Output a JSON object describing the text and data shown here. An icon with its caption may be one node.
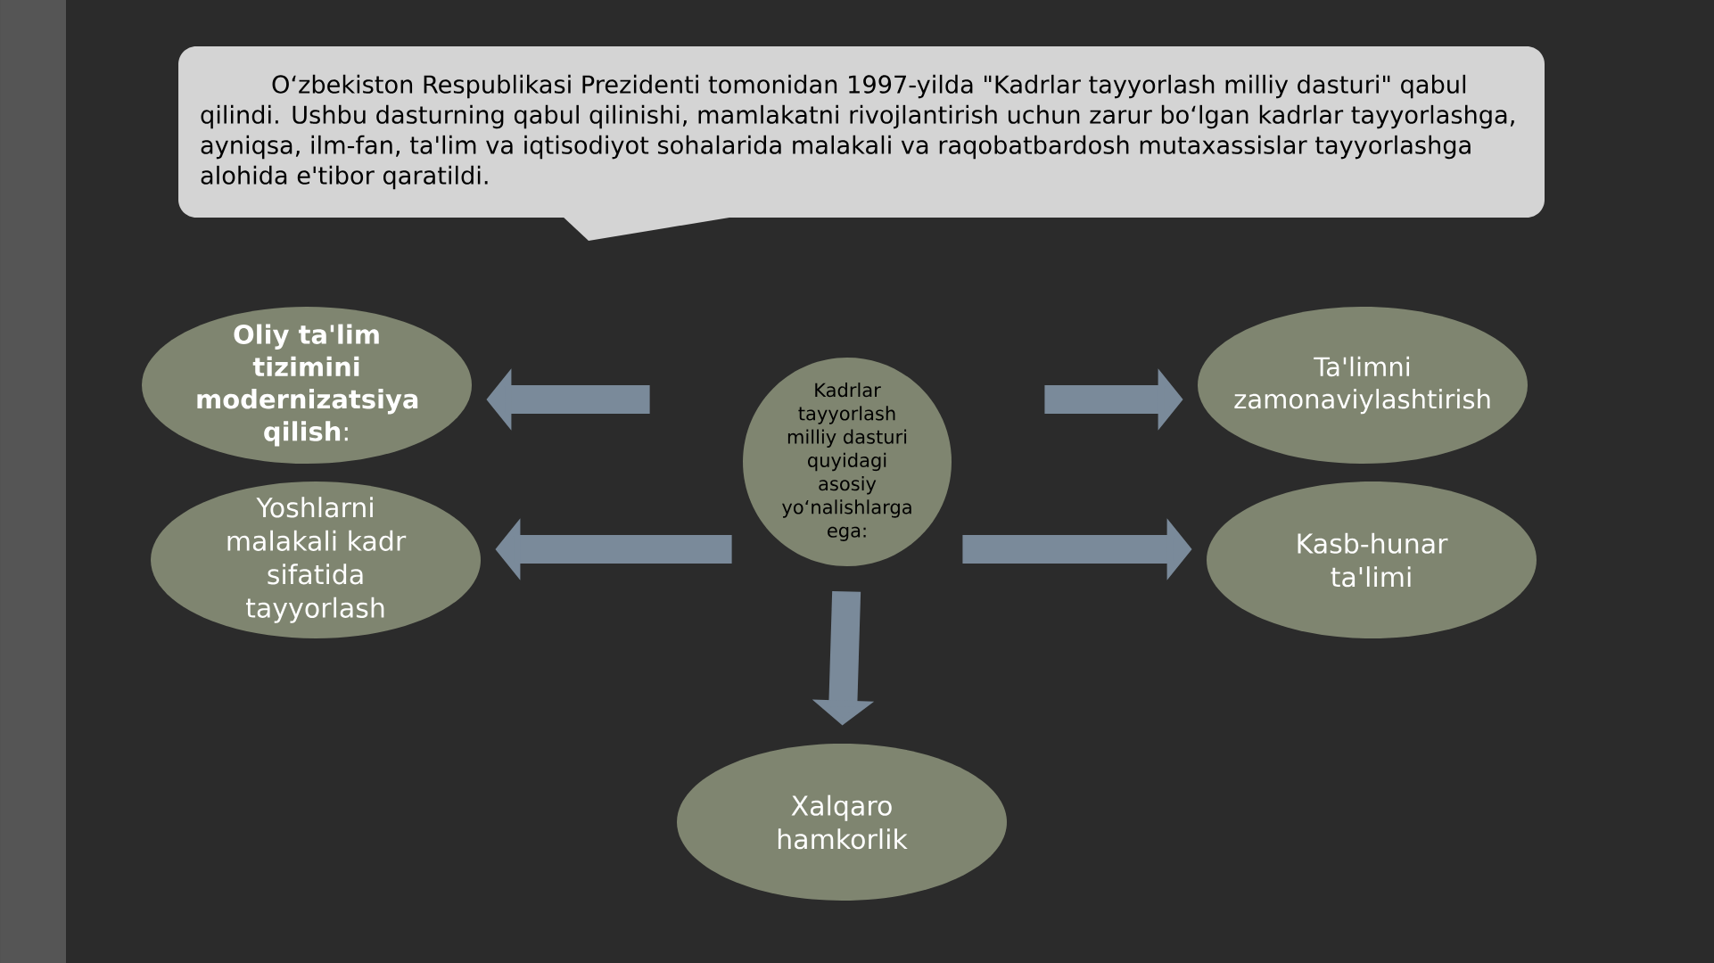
{
  "diagram": {
    "nodes": [
      {
        "text": [
          "O‘zbekiston Respublikasi Prezidenti tomonidan 1997-yilda \"Kadrlar tayyorlash milliy dasturi\" qabul qilindi. Ushbu dasturning qabul qilinishi, mamlakatni rivojlantirish uchun zarur bo‘lgan kadrlar tayyorlashga, ayniqsa, ilm-fan, ta'lim va iqtisodiyot sohalarida malakali va raqobatbardosh mutaxassislar tayyorlashga alohida e'tibor qaratildi."
        ]
      },
      {
        "text": [
          "**Oliy ta'lim tizimini modernizatsiya qilish**:"
        ]
      },
      {
        "text": [
          "Kadrlar tayyorlash milliy dasturi quyidagi asosiy yo‘nalishlarga ega:"
        ]
      },
      {
        "text": [
          "Ta'limni zamonaviylashtirish"
        ]
      },
      {
        "text": [
          "Yoshlarni malakali kadr sifatida tayyorlash"
        ]
      },
      {
        "text": [
          "Kasb-hunar ta'limi"
        ]
      },
      {
        "text": [
          "Xalqaro hamkorlik"
        ]
      }
    ],
    "edges": [
      {
        "from": 2,
        "to": 1,
        "arrow": "to"
      },
      {
        "from": 2,
        "to": 3,
        "arrow": "to"
      },
      {
        "from": 2,
        "to": 4,
        "arrow": "to"
      },
      {
        "from": 2,
        "to": 5,
        "arrow": "to"
      },
      {
        "from": 2,
        "to": 6,
        "arrow": "to"
      }
    ]
  }
}
